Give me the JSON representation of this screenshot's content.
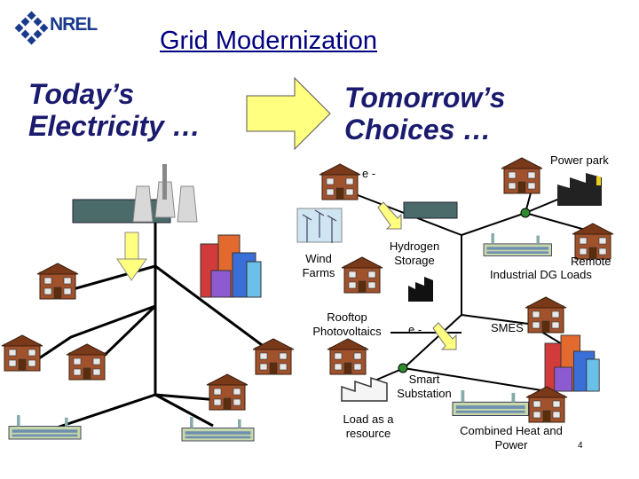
{
  "logo": {
    "text": "NREL"
  },
  "title": "Grid Modernization ",
  "left_heading": {
    "line1": "Today’s",
    "line2": "Electricity …"
  },
  "right_heading": {
    "line1": "Tomorrow’s",
    "line2": "Choices …"
  },
  "labels": {
    "power_park": "Power park",
    "electron_top": "e -",
    "electron_mid": "e -",
    "hydrogen": [
      "Hydrogen",
      "Storage"
    ],
    "wind": [
      "Wind",
      "Farms"
    ],
    "remote": "Remote",
    "industrial_loads": "Industrial DG   Loads",
    "rooftop": [
      "Rooftop",
      "Photovoltaics"
    ],
    "smes": "SMES",
    "smart": [
      "Smart",
      "Substation"
    ],
    "load": [
      "Load as a",
      "resource"
    ],
    "chp": [
      "Combined Heat and",
      "Power"
    ],
    "page_number": "4"
  },
  "colors": {
    "title": "#000080",
    "heading": "#1a1a6e",
    "arrow": "#ffff80",
    "node": "#2e8b2e",
    "lines": "#000000"
  }
}
